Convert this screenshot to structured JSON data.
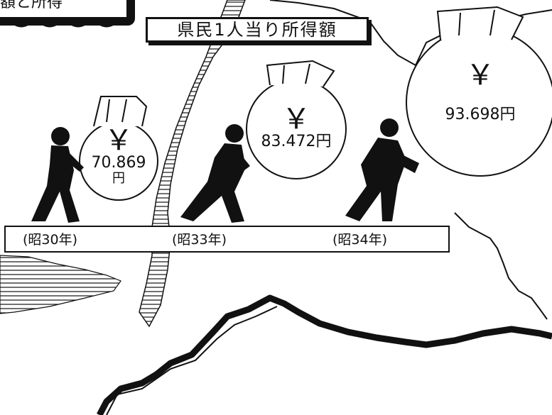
{
  "header": {
    "corner_text": "額と所得",
    "title": "県民1人当り所得額"
  },
  "bags": [
    {
      "symbol": "￥",
      "amount": "70.869",
      "unit": "円"
    },
    {
      "symbol": "￥",
      "amount": "83.472円"
    },
    {
      "symbol": "￥",
      "amount": "93.698円"
    }
  ],
  "years": [
    "(昭30年)",
    "(昭33年)",
    "(昭34年)"
  ],
  "colors": {
    "ink": "#111111",
    "paper": "#ffffff"
  }
}
